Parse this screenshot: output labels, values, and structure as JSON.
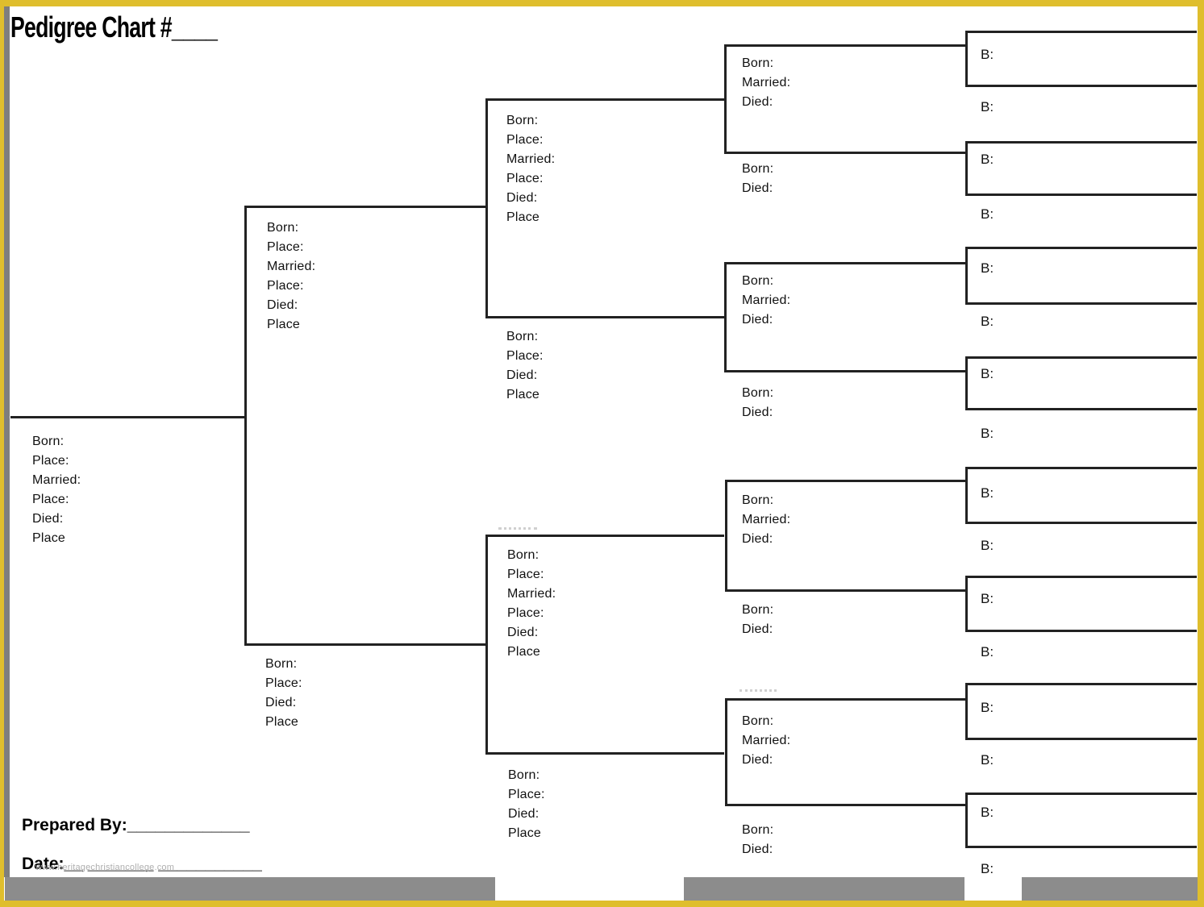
{
  "title": "Pedigree Chart #____",
  "persons": {
    "1": {
      "labels": [
        "Born:",
        "Place:",
        "Married:",
        "Place:",
        "Died:",
        "Place"
      ]
    },
    "2": {
      "labels": [
        "Born:",
        "Place:",
        "Married:",
        "Place:",
        "Died:",
        "Place"
      ]
    },
    "3": {
      "labels": [
        "Born:",
        "Place:",
        "Died:",
        "Place"
      ]
    },
    "4": {
      "labels": [
        "Born:",
        "Place:",
        "Married:",
        "Place:",
        "Died:",
        "Place"
      ]
    },
    "5": {
      "labels": [
        "Born:",
        "Place:",
        "Died:",
        "Place"
      ]
    },
    "6": {
      "labels": [
        "Born:",
        "Place:",
        "Married:",
        "Place:",
        "Died:",
        "Place"
      ]
    },
    "7": {
      "labels": [
        "Born:",
        "Place:",
        "Died:",
        "Place"
      ]
    },
    "8": {
      "labels": [
        "Born:",
        "Married:",
        "Died:"
      ]
    },
    "9": {
      "labels": [
        "Born:",
        "Died:"
      ]
    },
    "10": {
      "labels": [
        "Born:",
        "Married:",
        "Died:"
      ]
    },
    "11": {
      "labels": [
        "Born:",
        "Died:"
      ]
    },
    "12": {
      "labels": [
        "Born:",
        "Married:",
        "Died:"
      ]
    },
    "13": {
      "labels": [
        "Born:",
        "Died:"
      ]
    },
    "14": {
      "labels": [
        "Born:",
        "Married:",
        "Died:"
      ]
    },
    "15": {
      "labels": [
        "Born:",
        "Died:"
      ]
    },
    "16": {
      "labels": [
        "B:"
      ]
    },
    "17": {
      "labels": [
        "B:"
      ]
    },
    "18": {
      "labels": [
        "B:"
      ]
    },
    "19": {
      "labels": [
        "B:"
      ]
    },
    "20": {
      "labels": [
        "B:"
      ]
    },
    "21": {
      "labels": [
        "B:"
      ]
    },
    "22": {
      "labels": [
        "B:"
      ]
    },
    "23": {
      "labels": [
        "B:"
      ]
    },
    "24": {
      "labels": [
        "B:"
      ]
    },
    "25": {
      "labels": [
        "B:"
      ]
    },
    "26": {
      "labels": [
        "B:"
      ]
    },
    "27": {
      "labels": [
        "B:"
      ]
    },
    "28": {
      "labels": [
        "B:"
      ]
    },
    "29": {
      "labels": [
        "B:"
      ]
    },
    "30": {
      "labels": [
        "B:"
      ]
    },
    "31": {
      "labels": [
        "B:"
      ]
    }
  },
  "footer": {
    "prepared_by": "Prepared By:_____________",
    "date": "Date:__ _______ ___________",
    "watermark": "www.heritagechristiancollege.com"
  },
  "colors": {
    "border_yellow": "#dfbe2d",
    "line_black": "#222222",
    "bar_gray": "#8c8c8c",
    "edge_gray": "#7e7e7e",
    "watermark_gray": "#aeaeae"
  }
}
